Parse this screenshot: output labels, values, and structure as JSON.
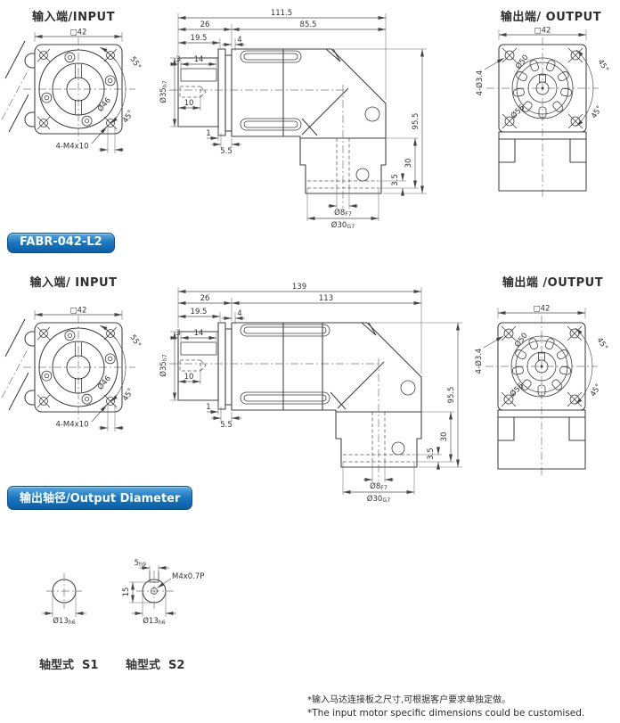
{
  "badge1": {
    "label": "FABR-042-L2"
  },
  "badge2": {
    "label": "输出轴径/Output Diameter"
  },
  "section1": {
    "input_title": "输入端/INPUT",
    "output_title": "输出端/ OUTPUT",
    "front": {
      "square": "□42",
      "bolt_circle": "Ø46",
      "thread_holes": "4-M4x10",
      "angle_top": "55°",
      "angle_bottom": "45°"
    },
    "side": {
      "total": "111.5",
      "front_len": "26",
      "rear_len": "85.5",
      "flange": "19.5",
      "plate": "4",
      "key_off": "3",
      "key_len": "14",
      "shaft": {
        "main": "Ø35",
        "tol": "h7"
      },
      "hole_depth": "10",
      "gap": "1",
      "spacer": "5.5",
      "height": "95.5",
      "step": "3.5",
      "boss_h": "30",
      "bore": {
        "main": "Ø8",
        "tol": "F7"
      },
      "spigot": {
        "main": "Ø30",
        "tol": "G7"
      }
    },
    "out": {
      "square": "□42",
      "holes": "4-Ø3.4",
      "d50": "Ø50",
      "d56": "Ø56",
      "angle_top": "45°",
      "angle_bottom": "45°"
    }
  },
  "section2": {
    "input_title": "输入端/ INPUT",
    "output_title": "输出端 /OUTPUT",
    "front": {
      "square": "□42",
      "bolt_circle": "Ø46",
      "thread_holes": "4-M4x10",
      "angle_top": "55°",
      "angle_bottom": "45°"
    },
    "side": {
      "total": "139",
      "front_len": "26",
      "rear_len": "113",
      "flange": "19.5",
      "plate": "4",
      "key_off": "3",
      "key_len": "14",
      "shaft": {
        "main": "Ø35",
        "tol": "h7"
      },
      "hole_depth": "10",
      "gap": "1",
      "spacer": "5.5",
      "height": "95.5",
      "step": "3.5",
      "boss_h": "30",
      "bore": {
        "main": "Ø8",
        "tol": "F7"
      },
      "spigot": {
        "main": "Ø30",
        "tol": "G7"
      }
    },
    "out": {
      "square": "□42",
      "holes": "4-Ø3.4",
      "d50": "Ø50",
      "d56": "Ø56",
      "angle_top": "45°",
      "angle_bottom": "45°"
    }
  },
  "shafts": {
    "s1": {
      "caption": "轴型式  S1",
      "dia": {
        "main": "Ø13",
        "tol": "h6"
      }
    },
    "s2": {
      "caption": "轴型式  S2",
      "dia": {
        "main": "Ø13",
        "tol": "h6"
      },
      "key": {
        "main": "5",
        "tol": "h9"
      },
      "height": "15",
      "tap": "M4x0.7P"
    }
  },
  "footnote": {
    "line1": "*输入马达连接板之尺寸,可根据客户要求单独定做。",
    "line2": "*The input motor specific dimensions could be customised."
  }
}
